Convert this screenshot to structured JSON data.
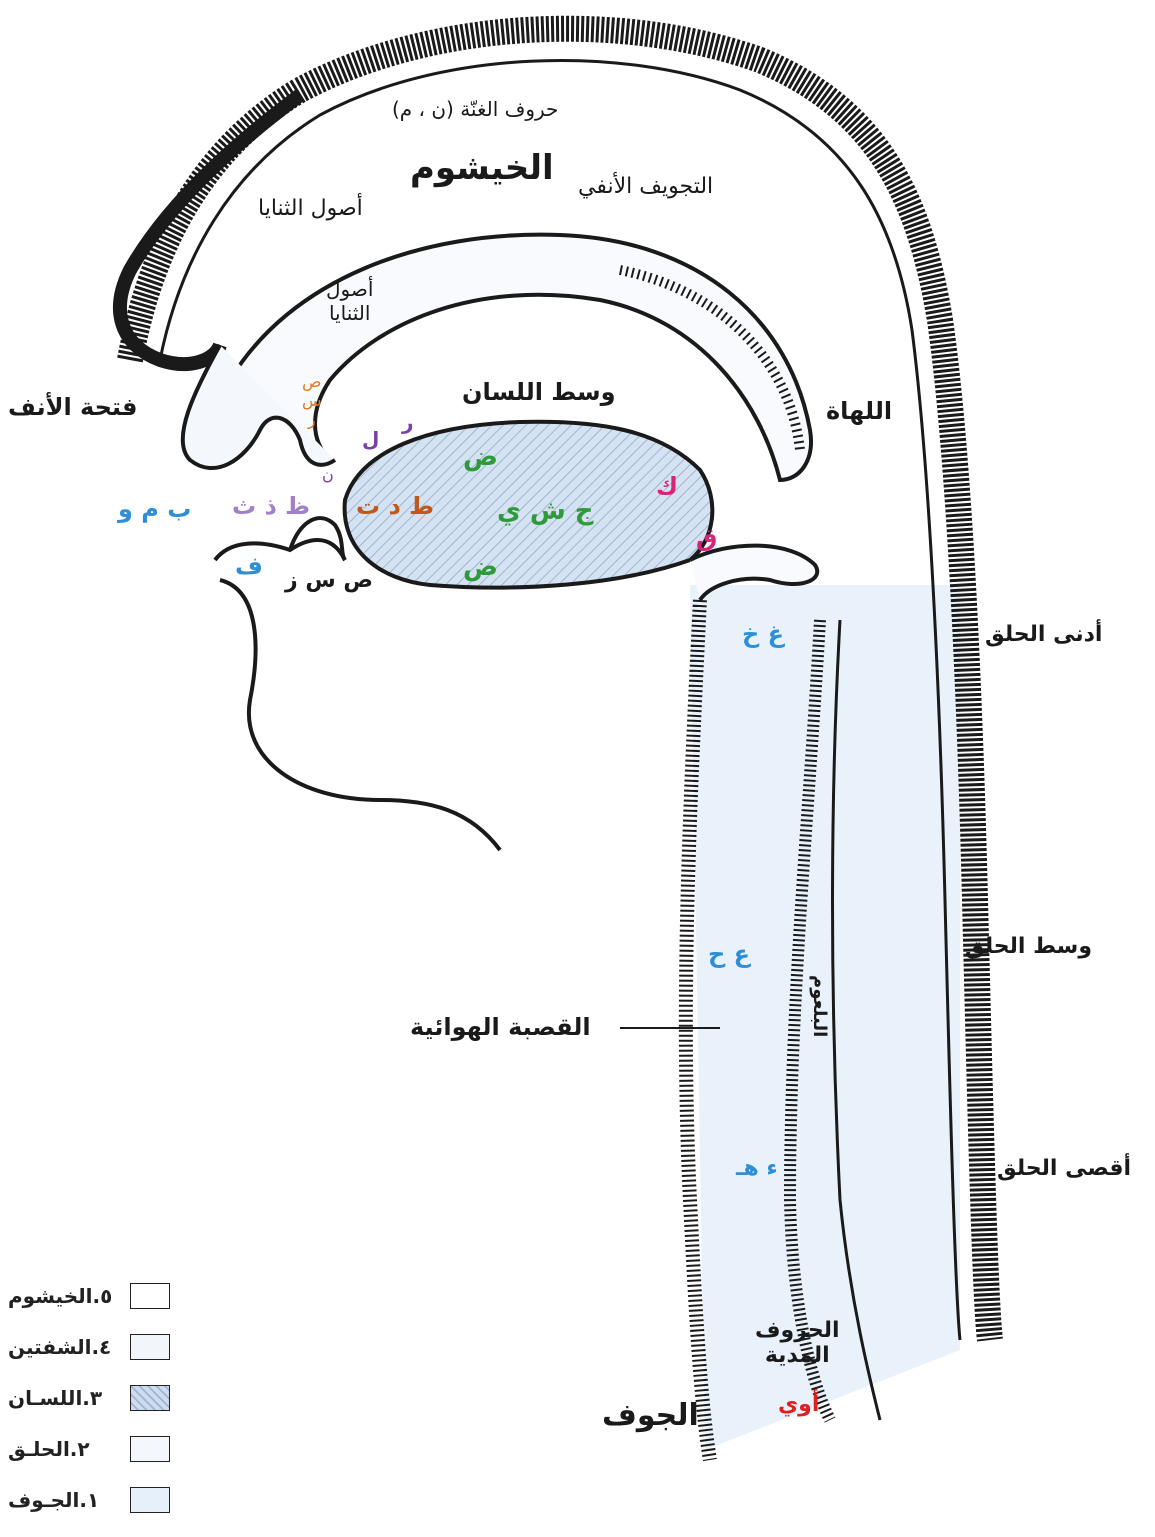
{
  "labels": {
    "ghunna": "حروف الغنّة (ن ، م)",
    "khayshum": "الخيشوم",
    "nasal_cavity": "التجويف الأنفي",
    "usul_top": "أصول الثنايا",
    "usul_mid": "أصول\nالثنايا",
    "nose_opening": "فتحة الأنف",
    "tongue_middle": "وسط اللسان",
    "uvula": "اللهاة",
    "upper_throat": "أدنى الحلق",
    "mid_throat": "وسط الحلق",
    "lower_throat": "أقصى الحلق",
    "windpipe": "القصبة الهوائية",
    "esophagus": "البلعوم",
    "jawf": "الجوف",
    "madd_letters": "الحروف\nالمدية",
    "madd_values": "أوي"
  },
  "letters": {
    "sad_sin_zay_upper": "ص\nس\nز",
    "ra": "ر",
    "lam": "ل",
    "nun": "ن",
    "dad_top": "ض",
    "dad_bottom": "ض",
    "kaf": "ك",
    "qaf": "ق",
    "jim_shin_ya": "ج ش ي",
    "ta_dal_ta": "ط د ت",
    "dha_dhal_tha": "ظ ذ ث",
    "ba_mim_waw": "ب م و",
    "fa": "ف",
    "sad_sin_zay_lower": "ص س ز",
    "ghayn_kha": "غ خ",
    "ayn_ha": "ع ح",
    "hamza_ha": "ء هـ"
  },
  "legend": [
    {
      "label": "٥.الخيشوم",
      "fill": "#ffffff",
      "hatched": false
    },
    {
      "label": "٤.الشفتين",
      "fill": "#f2f6fb",
      "hatched": false
    },
    {
      "label": "٣.اللسـان",
      "fill": "#cfdcef",
      "hatched": true
    },
    {
      "label": "٢.الحلـق",
      "fill": "#f4f8fc",
      "hatched": false
    },
    {
      "label": "١.الجـوف",
      "fill": "#e6f0fa",
      "hatched": false
    }
  ],
  "colors": {
    "ink": "#1a1a1a",
    "tongue_fill": "#d5e2f2",
    "throat_fill": "#e9f2fb",
    "orange": "#e07a1a",
    "purple": "#7a3fa8",
    "green": "#2e9a3a",
    "magenta": "#d6247a",
    "blue": "#2f8fd6",
    "brown": "#c0581c",
    "lilac": "#a080c8",
    "red": "#e02020"
  }
}
